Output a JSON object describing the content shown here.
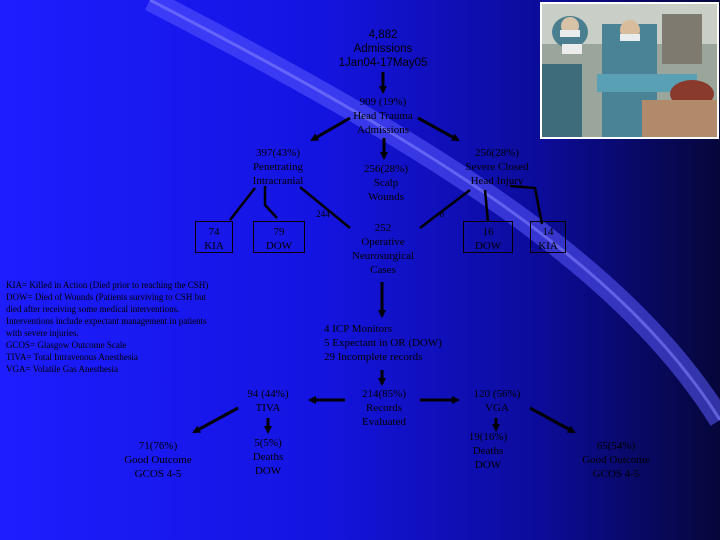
{
  "nodes": {
    "admissions": "4,882\nAdmissions\n1Jan04-17May05",
    "head_trauma": "909 (19%)\nHead Trauma\nAdmissions",
    "penetrating": "397(43%)\nPenetrating\nIntracranial",
    "scalp": "256(28%)\nScalp\nWounds",
    "closed": "256(28%)\nSevere Closed\nHead Injury",
    "n244": "244",
    "n8": "8",
    "kia74": "74\nKIA",
    "dow79": "79\nDOW",
    "operative": "252\nOperative\nNeurosurgical\nCases",
    "dow16": "16\nDOW",
    "kia14": "14\nKIA",
    "excluded": "4 ICP Monitors\n5 Expectant in OR (DOW)\n29 Incomplete records",
    "records": "214(85%)\nRecords\nEvaluated",
    "tiva": "94 (44%)\nTIVA",
    "vga": "120 (56%)\nVGA",
    "tiva_good": "71(76%)\nGood Outcome\nGCOS 4-5",
    "tiva_deaths": "5(5%)\nDeaths\nDOW",
    "vga_deaths": "19(16%)\nDeaths\nDOW",
    "vga_good": "65(54%)\nGood Outcome\nGCOS 4-5"
  },
  "legend": "KIA= Killed in Action (Died prior to reaching the CSH)\nDOW= Died of Wounds (Patients surviving to CSH but\ndied after receiving some medical interventions.\nInterventions include expectant management in patients\nwith severe injuries.\nGCOS= Glasgow Outcome Scale\nTIVA= Total Intravenous Anesthesia\nVGA= Volatile Gas Anesthesia",
  "colors": {
    "background": "#1d1dff",
    "arrows": "#000000",
    "highlight_curve": "#6f6fff"
  }
}
